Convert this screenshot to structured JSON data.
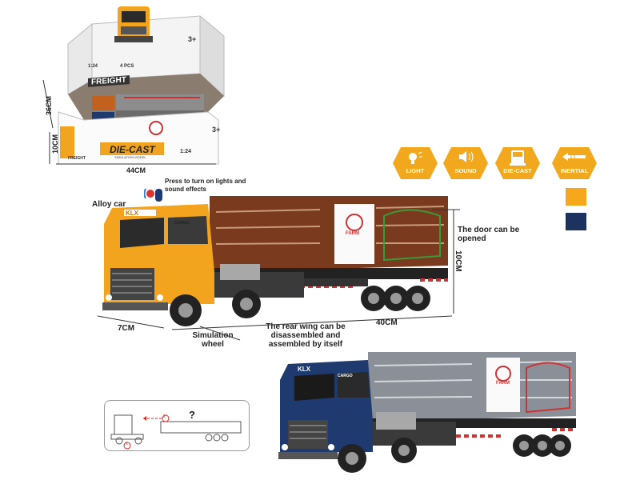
{
  "box": {
    "brand_line": "FREIGHT",
    "scale_top": "1:24",
    "pcs": "4 PCS",
    "age_top": "3+",
    "age_bottom": "3+",
    "diecast": "DIE-CAST",
    "diecast_sub": "SIMULATION MODEL",
    "scale_bottom": "1:24",
    "freight_small": "FREIGHT",
    "dim_height": "36CM",
    "dim_depth": "10CM",
    "dim_width": "44CM"
  },
  "features": [
    {
      "label": "LIGHT",
      "icon": "bulb-icon"
    },
    {
      "label": "SOUND",
      "icon": "speaker-icon"
    },
    {
      "label": "DIE-CAST",
      "icon": "truck-cab-icon"
    },
    {
      "label": "INERTIAL",
      "icon": "arrow-left-icon"
    }
  ],
  "colors": {
    "feature_orange": "#f2a81d",
    "swatch_orange": "#f6a81c",
    "swatch_navy": "#1c3360",
    "cab_orange": "#f2a41e",
    "cab_navy": "#1f3a6e",
    "trailer_brown": "#7a3a1e",
    "trailer_grey": "#8a8f98"
  },
  "callouts": {
    "press": "Press to turn on lights and sound effects",
    "alloy": "Alloy car",
    "door": "The door can be opened",
    "simulation": "Simulation wheel",
    "rear_wing": "The rear wing can be disassembled and assembled by itself"
  },
  "dimensions": {
    "cab_depth": "7CM",
    "length": "40CM",
    "height": "10CM"
  },
  "truck": {
    "cab_logo": "KLX",
    "cab_badge": "CARGO",
    "farm_label": "FARM"
  },
  "diagram": {
    "question": "?",
    "step_1": "1",
    "step_2": "2"
  }
}
